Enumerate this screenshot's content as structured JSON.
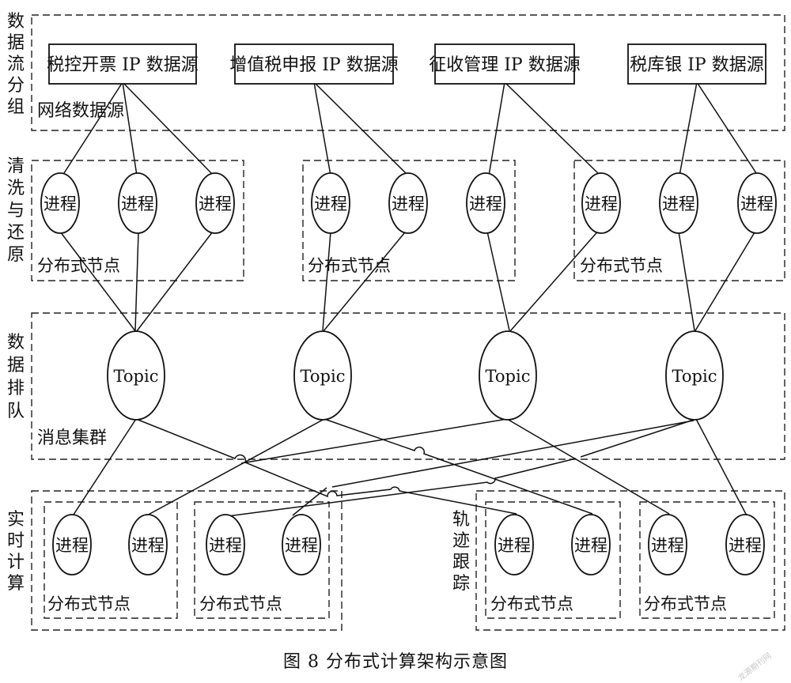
{
  "caption": "图 8   分布式计算架构示意图",
  "watermark": "龙源期刊网",
  "layers": {
    "flow": "数据流分组",
    "clean": "清洗与还原",
    "queue": "数据排队",
    "realtime": "实时计算",
    "track": "轨迹跟踪"
  },
  "regions": {
    "network": "网络数据源",
    "cluster": "消息集群",
    "node": "分布式节点"
  },
  "sources": [
    "税控开票 IP 数据源",
    "增值税申报 IP 数据源",
    "征收管理 IP 数据源",
    "税库银 IP 数据源"
  ],
  "process_label": "进程",
  "topic_label": "Topic"
}
